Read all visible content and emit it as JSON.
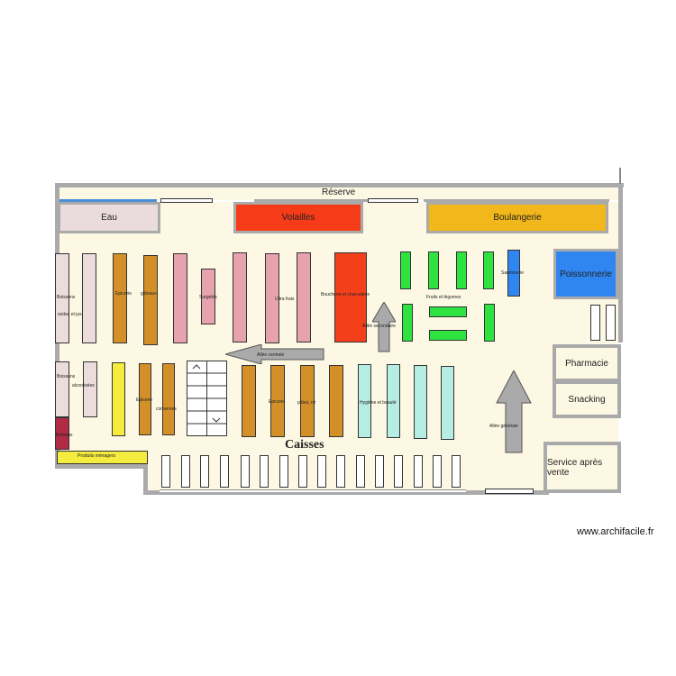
{
  "zones": {
    "reserve": "Réserve",
    "eau": "Eau",
    "volailles": "Volailles",
    "boulangerie": "Boulangerie",
    "poissonnerie": "Poissonnerie",
    "pharmacie": "Pharmacie",
    "snacking": "Snacking",
    "service": "Service après vente",
    "caisses": "Caisses"
  },
  "shelf_labels": {
    "boissons1": "Boissons",
    "boissons1b": "sodas et jus",
    "epicerie1": "Epicerie",
    "gateaux": "gâteaux",
    "surgeles": "Surgelés",
    "ultra_frais": "Ultra frais",
    "boucherie": "Boucherie et charcuterie",
    "fruits": "Fruits et légumes",
    "saurisserie": "Saurisserie",
    "boissons2": "Boissons",
    "boissons2b": "alcoolisées",
    "animaux": "Animaux",
    "produits_menagers": "Produits ménagers",
    "epicerie2": "Epicerie",
    "conserves": "conserves",
    "epicerie3": "Epicerie",
    "pates": "pâtes, riz",
    "hygiene": "Hygiène et beauté"
  },
  "aisles": {
    "centrale": "Allée centrale",
    "secondaire": "Allée secondaire",
    "generale": "Allée générale"
  },
  "watermark": "www.archifacile.fr",
  "colors": {
    "floor": "#fdf8e3",
    "wall": "#aaaaaa",
    "eau": "#eadcdc",
    "volailles": "#f53b17",
    "boulangerie": "#f2b71a",
    "poissonnerie": "#2f86f0",
    "drinks": "#ecdcdc",
    "epicerie": "#d39028",
    "frozen": "#e6a3ad",
    "boucherie": "#f3401a",
    "fruits": "#2ee240",
    "saurisserie": "#2f86f0",
    "animaux": "#b02b43",
    "menagers": "#f4ec3e",
    "hygiene": "#b6ede3",
    "arrow": "#aaaaaa"
  }
}
